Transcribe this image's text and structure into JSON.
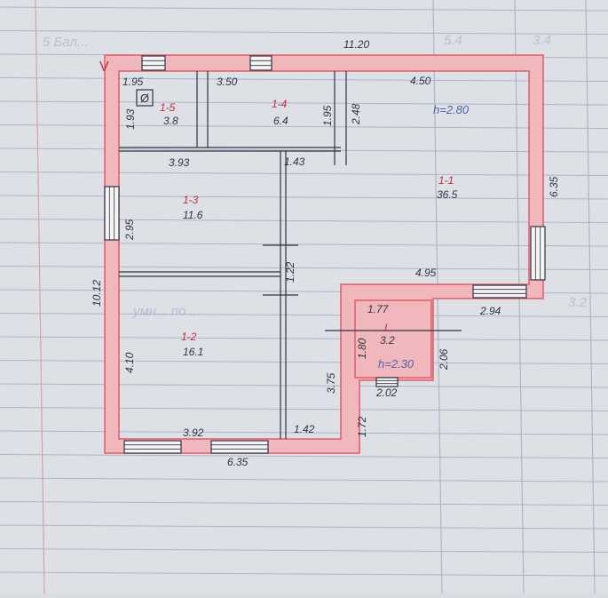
{
  "colors": {
    "paper": "#dde1e6",
    "grid_line": "#aab5cc",
    "margin_line": "#d8a0a8",
    "wall_fill": "#f0b8bd",
    "wall_outline": "#e35b6a",
    "ink": "#2f3340",
    "room_number": "#c8283a",
    "height_ink": "#5460b0"
  },
  "overall_dims": {
    "top_total": "11.20",
    "left_total": "10.12",
    "right_segment": "6.35",
    "bottom_total": "6.35",
    "step_top": "4.95",
    "step_right": "2.94",
    "step_left_lower": "1.72",
    "step_left_upper": "3.75"
  },
  "segment_dims": {
    "top_left_window": "1.95",
    "top_mid_window": "3.50",
    "top_right": "4.50",
    "room5_height": "1.93",
    "partition_right": "1.95",
    "partition_right2": "2.48",
    "corridor_width": "3.93",
    "corridor_small": "1.43",
    "left_window": "2.95",
    "mid_partition": "1.22",
    "left_lower": "4.10",
    "bottom_left": "3.92",
    "bottom_small": "1.42",
    "vestibule_top": "1.77",
    "vestibule_left": "1.80",
    "vestibule_right": "2.06",
    "vestibule_bottom": "2.02"
  },
  "rooms": [
    {
      "id": "1-5",
      "area": "3.8"
    },
    {
      "id": "1-4",
      "area": "6.4"
    },
    {
      "id": "1-3",
      "area": "11.6"
    },
    {
      "id": "1-2",
      "area": "16.1"
    },
    {
      "id": "1-1",
      "area": "36.5"
    },
    {
      "id": "I",
      "area": "3.2"
    }
  ],
  "ceiling_heights": {
    "main": "h=2.80",
    "vestibule": "h=2.30"
  },
  "heater_symbol": "Ø",
  "corner_mark": "V",
  "faint_ledger": {
    "header": "5 Бал...",
    "col_a": "5.4",
    "col_b": "3.4",
    "word": "умн... по ...",
    "side": "3.2"
  }
}
